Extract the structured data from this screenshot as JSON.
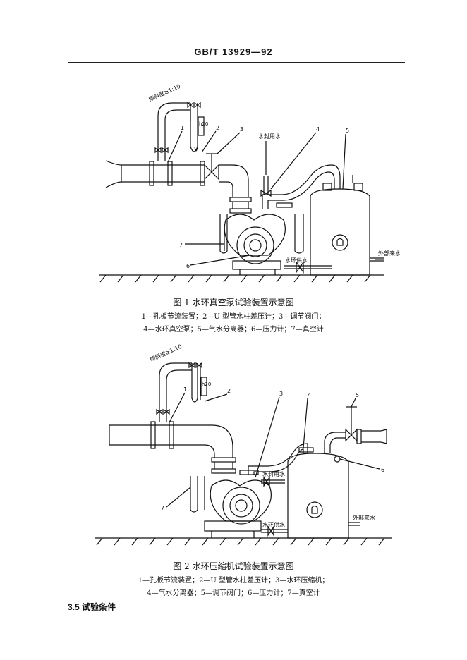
{
  "header": {
    "standard_id": "GB/T  13929—92"
  },
  "figure1": {
    "caption": "图 1   水环真空泵试验装置示意图",
    "legend_line1": "1—孔板节流装置；2—U 型管水柱差压计；3—调节阀门；",
    "legend_line2": "4—水环真空泵；5—气水分离器；6—压力计；7—真空计",
    "labels": {
      "slope": "倾斜度≥1:10",
      "h20": "h20",
      "seal_water": "水封用水",
      "ring_water": "水环供水",
      "external_water": "外部来水",
      "n1": "1",
      "n2": "2",
      "n3": "3",
      "n4": "4",
      "n5": "5",
      "n6": "6",
      "n7": "7"
    }
  },
  "figure2": {
    "caption": "图 2   水环压缩机试验装置示意图",
    "legend_line1": "1—孔板节流装置；2—U 型管水柱差压计；3—水环压缩机；",
    "legend_line2": "4—气水分离器；5—调节阀门；6—压力计；7—真空计",
    "labels": {
      "slope": "倾斜度≥1:10",
      "h20": "h20",
      "seal_water": "水封用水",
      "ring_water": "水环供水",
      "external_water": "外部来水",
      "n1": "1",
      "n2": "2",
      "n3": "3",
      "n4": "4",
      "n5": "5",
      "n6": "6",
      "n7": "7"
    }
  },
  "section": {
    "heading": "3.5   试验条件"
  }
}
